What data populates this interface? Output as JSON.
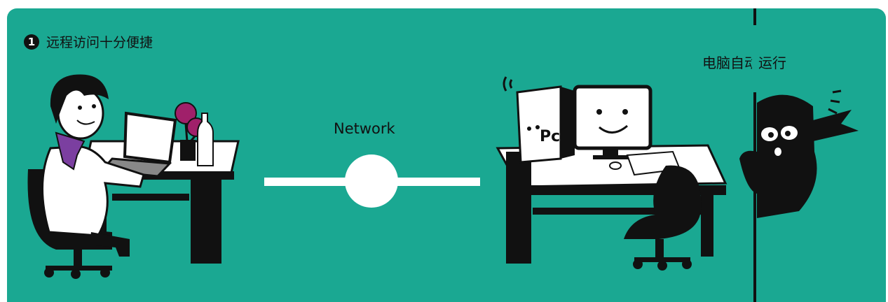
{
  "heading": {
    "number": "1",
    "text": "远程访问十分便捷"
  },
  "right_label": "电脑自动运行",
  "network": {
    "label": "Network"
  },
  "pc_sticker": "Pc",
  "colors": {
    "panel_background": "#1aa892",
    "ink": "#111111",
    "paper": "#ffffff"
  },
  "illustrations": [
    "person-at-laptop-illustration",
    "network-connector-icon",
    "smiling-computer-desk-illustration",
    "masked-intruder-illustration"
  ]
}
